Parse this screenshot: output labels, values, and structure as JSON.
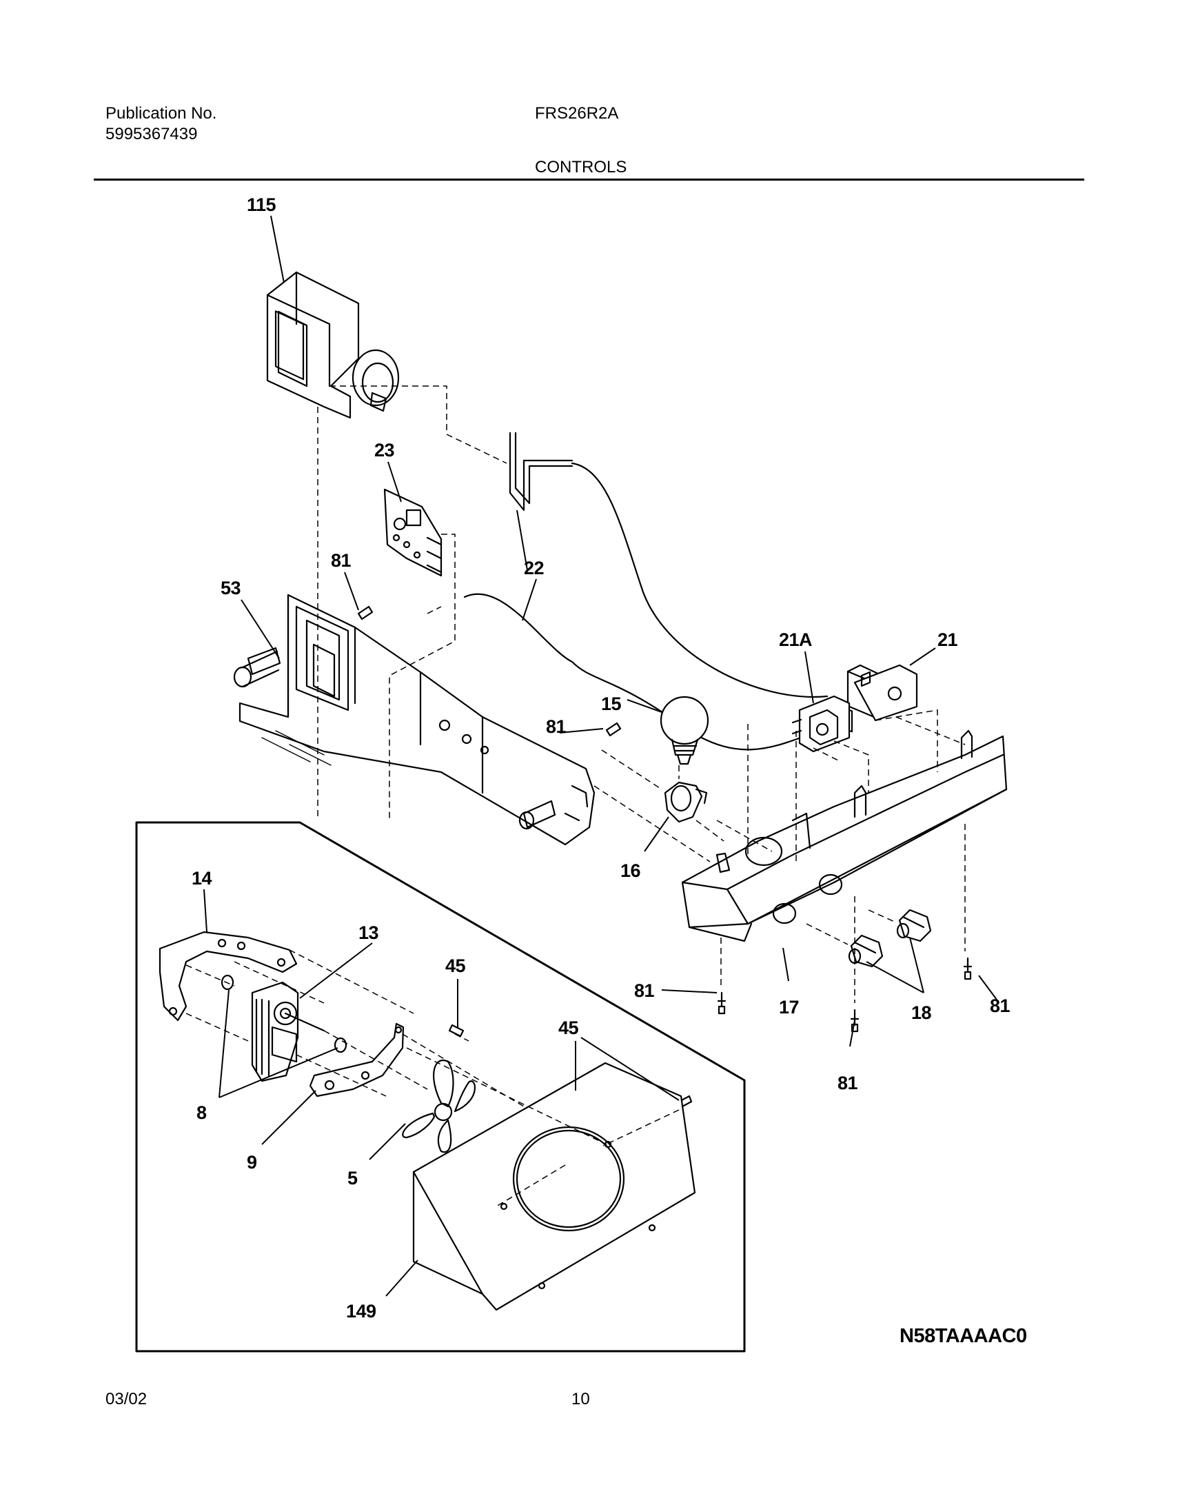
{
  "header": {
    "publication_label": "Publication No.",
    "publication_number": "5995367439",
    "model": "FRS26R2A",
    "section_title": "CONTROLS"
  },
  "footer": {
    "date": "03/02",
    "page": "10"
  },
  "diagram": {
    "figure_code": "N58TAAAAC0",
    "callouts": [
      "115",
      "23",
      "81",
      "53",
      "22",
      "21A",
      "21",
      "15",
      "81",
      "16",
      "14",
      "13",
      "45",
      "45",
      "8",
      "9",
      "5",
      "149",
      "81",
      "17",
      "18",
      "81",
      "81"
    ]
  }
}
